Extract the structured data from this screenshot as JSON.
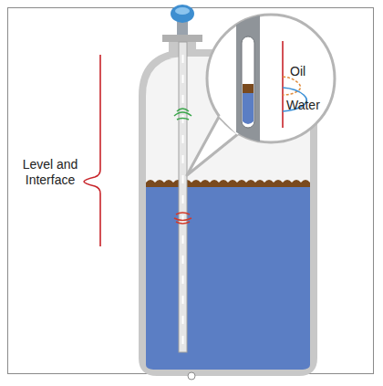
{
  "diagram": {
    "labels": [
      "Level and Interface",
      "Oil",
      "Water"
    ]
  }
}
